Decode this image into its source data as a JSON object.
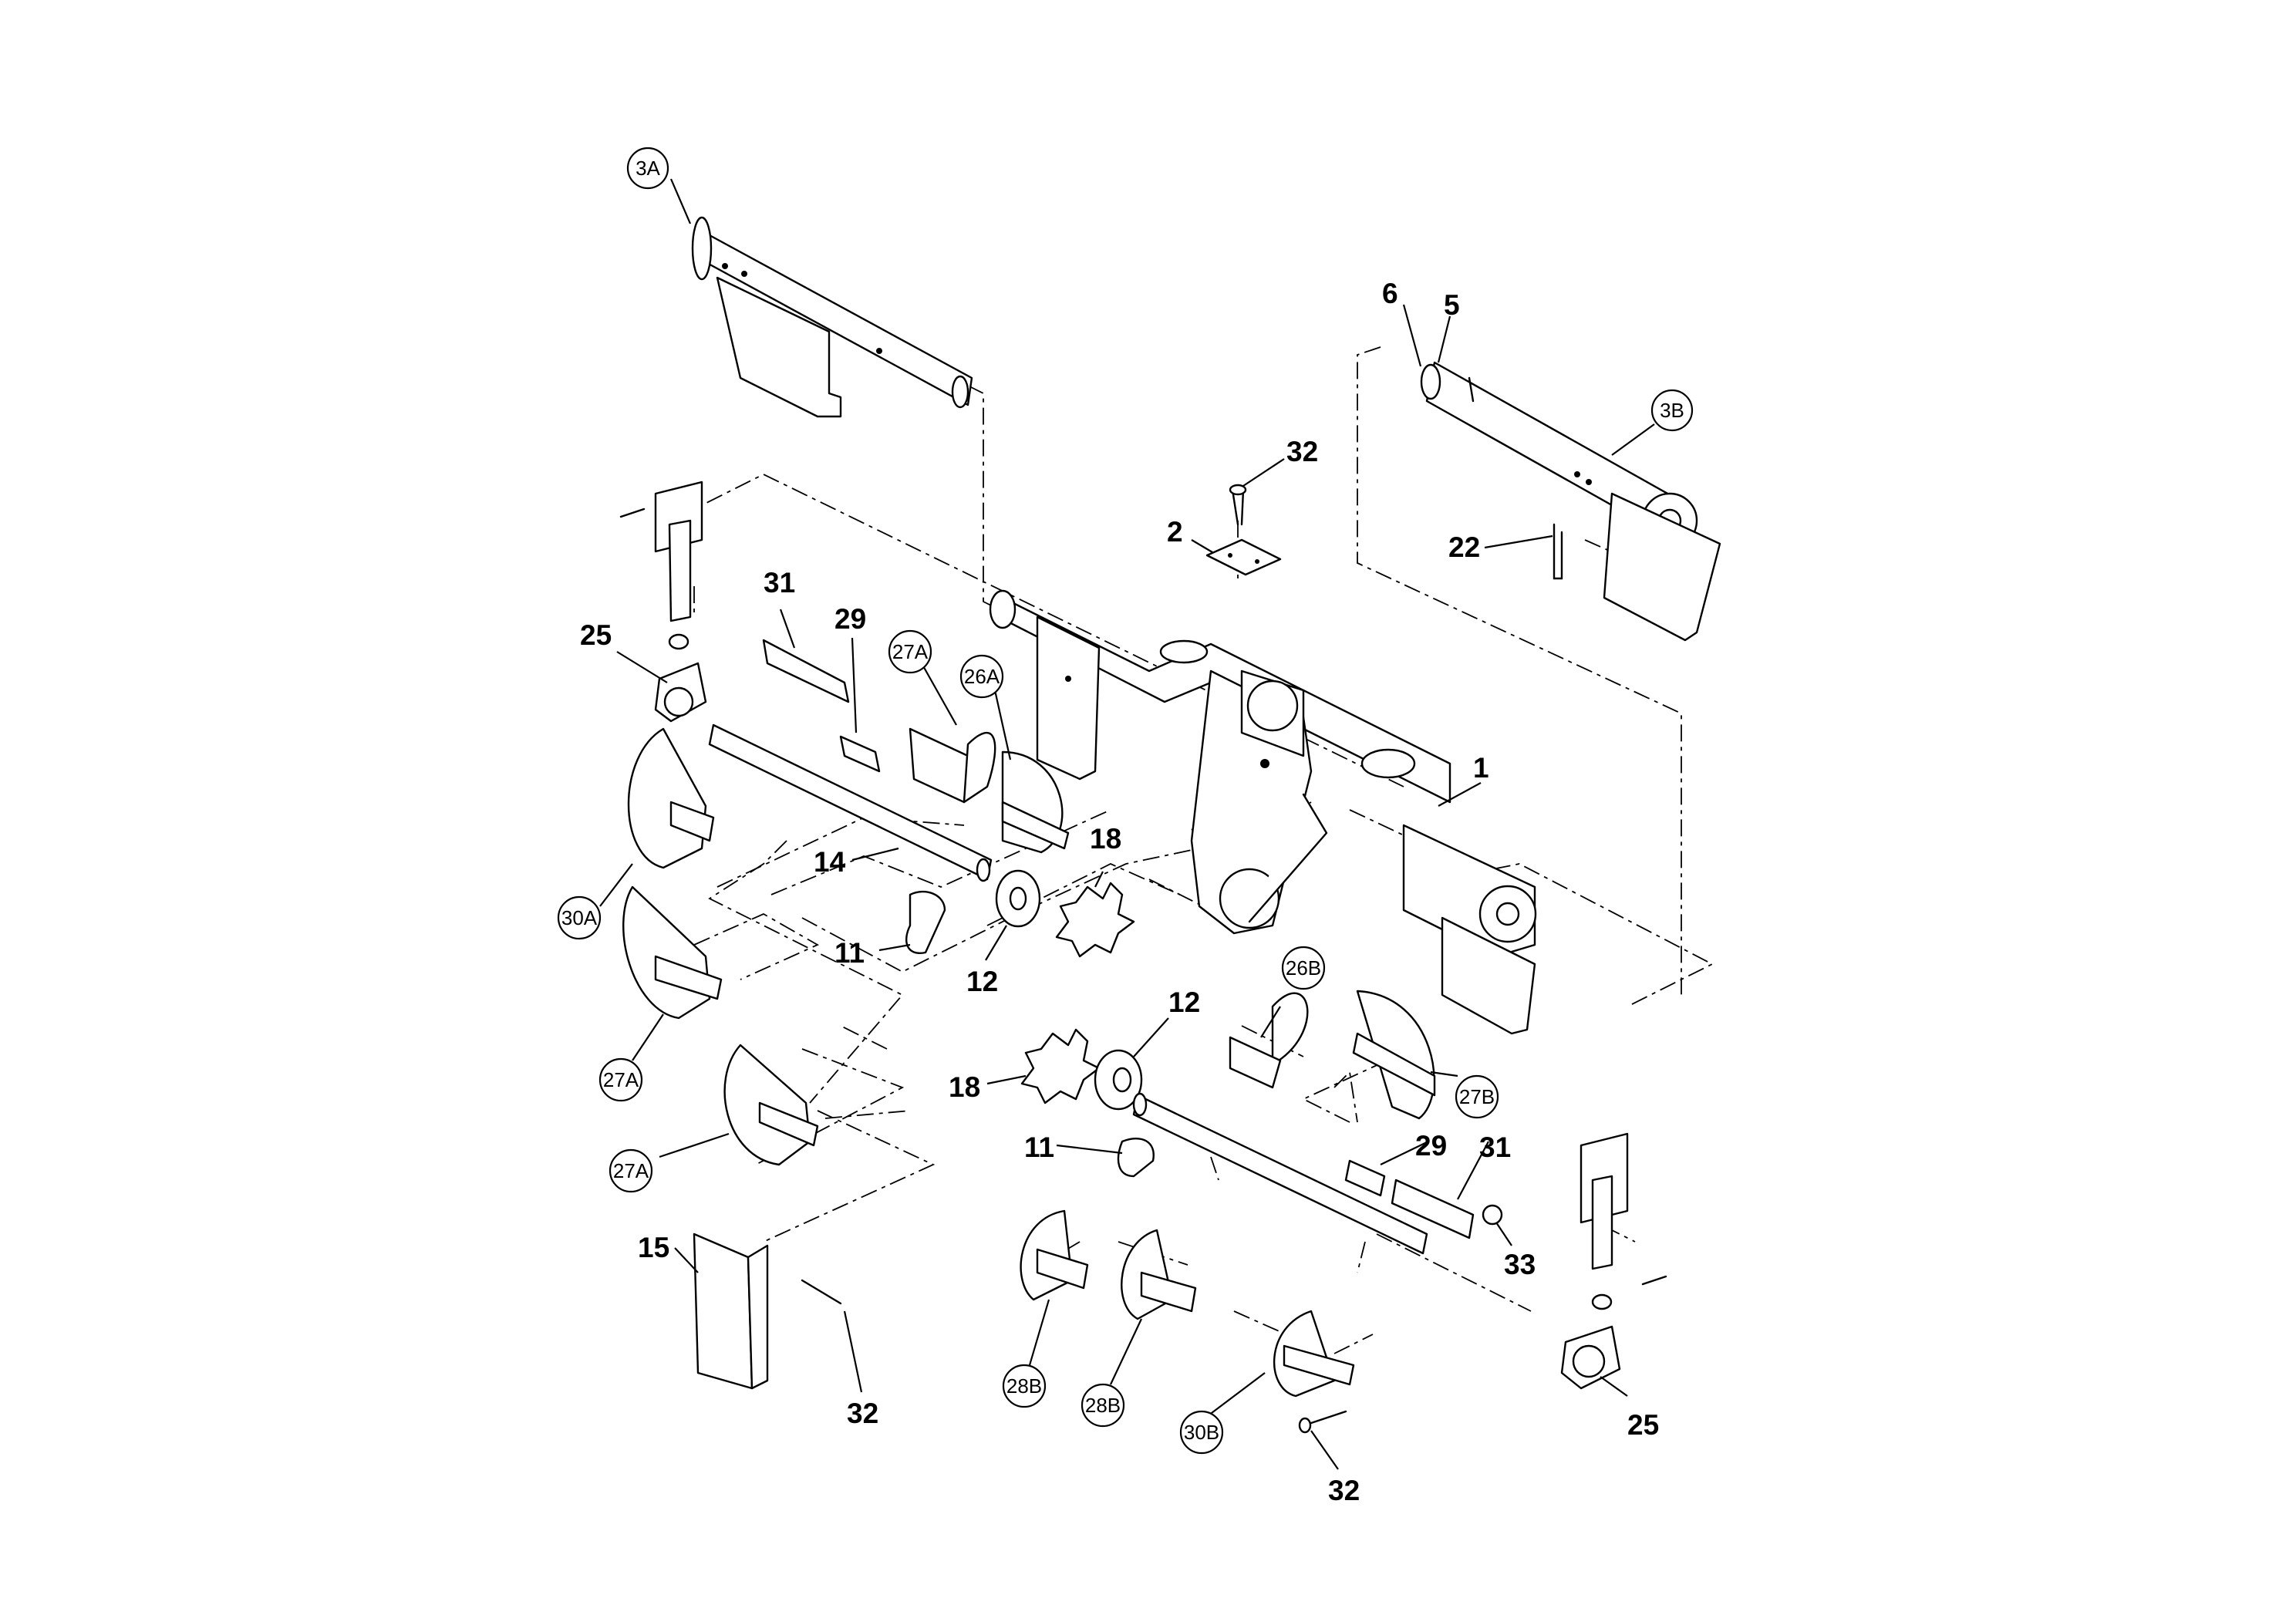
{
  "callouts": [
    {
      "id": "3A",
      "circled": true
    },
    {
      "id": "6",
      "circled": false
    },
    {
      "id": "5",
      "circled": false
    },
    {
      "id": "3B",
      "circled": true
    },
    {
      "id": "32",
      "circled": false
    },
    {
      "id": "2",
      "circled": false
    },
    {
      "id": "22",
      "circled": false
    },
    {
      "id": "25",
      "circled": false
    },
    {
      "id": "31",
      "circled": false
    },
    {
      "id": "29",
      "circled": false
    },
    {
      "id": "27A",
      "circled": true
    },
    {
      "id": "26A",
      "circled": true
    },
    {
      "id": "1",
      "circled": false
    },
    {
      "id": "18",
      "circled": false
    },
    {
      "id": "14",
      "circled": false
    },
    {
      "id": "30A",
      "circled": true
    },
    {
      "id": "11",
      "circled": false
    },
    {
      "id": "12",
      "circled": false
    },
    {
      "id": "26B",
      "circled": true
    },
    {
      "id": "12",
      "circled": false
    },
    {
      "id": "27A",
      "circled": true
    },
    {
      "id": "18",
      "circled": false
    },
    {
      "id": "27B",
      "circled": true
    },
    {
      "id": "11",
      "circled": false
    },
    {
      "id": "27A",
      "circled": true
    },
    {
      "id": "29",
      "circled": false
    },
    {
      "id": "31",
      "circled": false
    },
    {
      "id": "15",
      "circled": false
    },
    {
      "id": "33",
      "circled": false
    },
    {
      "id": "32",
      "circled": false
    },
    {
      "id": "28B",
      "circled": true
    },
    {
      "id": "28B",
      "circled": true
    },
    {
      "id": "30B",
      "circled": true
    },
    {
      "id": "25",
      "circled": false
    },
    {
      "id": "32",
      "circled": false
    }
  ]
}
